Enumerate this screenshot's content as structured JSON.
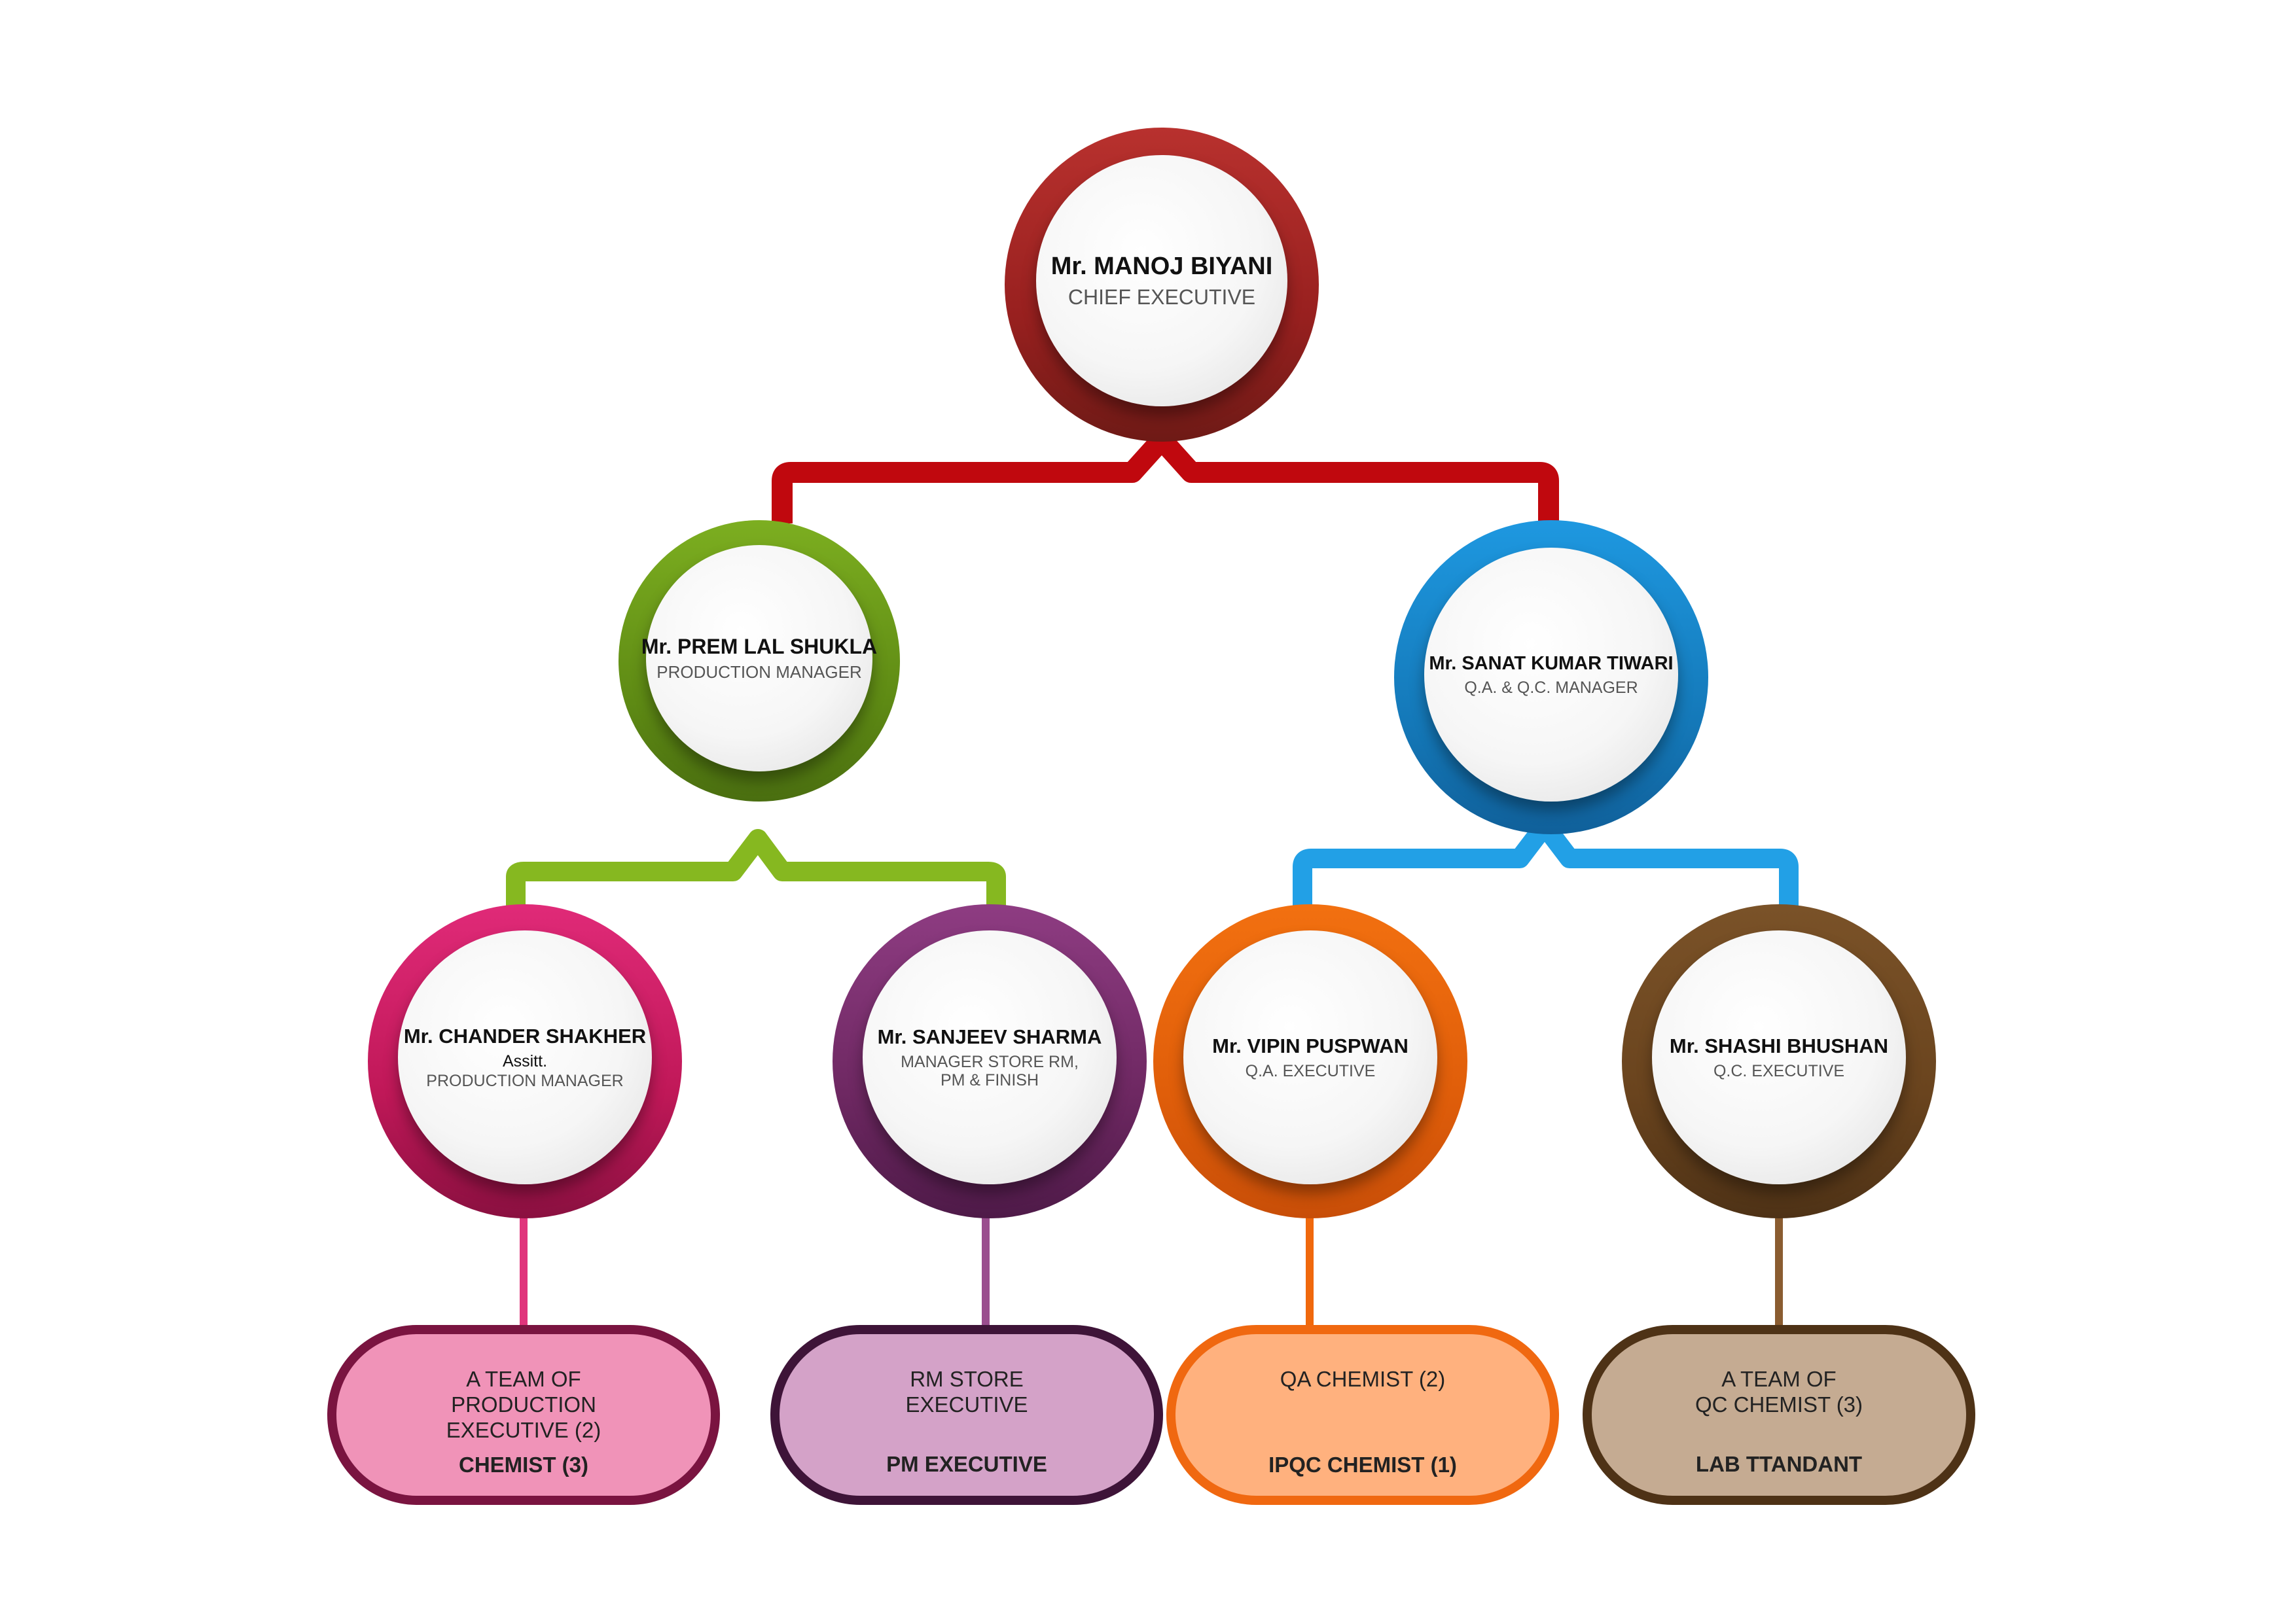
{
  "chief": {
    "name": "Mr. MANOJ BIYANI",
    "role": "CHIEF EXECUTIVE"
  },
  "production_manager": {
    "name": "Mr. PREM LAL SHUKLA",
    "role": "PRODUCTION MANAGER"
  },
  "qa_qc_manager": {
    "name": "Mr. SANAT KUMAR TIWARI",
    "role": "Q.A. & Q.C. MANAGER"
  },
  "asst_production_manager": {
    "name": "Mr. CHANDER SHAKHER",
    "role_line1": "Assitt.",
    "role_line2": "PRODUCTION MANAGER"
  },
  "store_manager": {
    "name": "Mr. SANJEEV SHARMA",
    "role": "MANAGER STORE RM,\nPM & FINISH"
  },
  "qa_executive": {
    "name": "Mr. VIPIN PUSPWAN",
    "role": "Q.A. EXECUTIVE"
  },
  "qc_executive": {
    "name": "Mr. SHASHI BHUSHAN",
    "role": "Q.C. EXECUTIVE"
  },
  "teams": [
    {
      "text": "A TEAM OF\nPRODUCTION\nEXECUTIVE (2)",
      "bold": "CHEMIST (3)"
    },
    {
      "text": "RM STORE\nEXECUTIVE",
      "bold": "PM EXECUTIVE"
    },
    {
      "text": "QA CHEMIST (2)",
      "bold": "IPQC CHEMIST (1)"
    },
    {
      "text": "A TEAM OF\nQC CHEMIST (3)",
      "bold": "LAB TTANDANT"
    }
  ],
  "colors": {
    "chief": "#a8282a",
    "chief_connector": "#c0080e",
    "production": "#6e9c18",
    "production_connector": "#86b820",
    "qa_qc": "#1a84cc",
    "qa_qc_connector": "#22a0e6",
    "pink": "#c81a5c",
    "purple": "#7a2e6e",
    "orange": "#f0680c",
    "brown": "#6e4a22",
    "pill_pink_fill": "#f093b8",
    "pill_purple_fill": "#d4a2c8",
    "pill_orange_fill": "#ffb17e",
    "pill_brown_fill": "#c5ab92"
  }
}
